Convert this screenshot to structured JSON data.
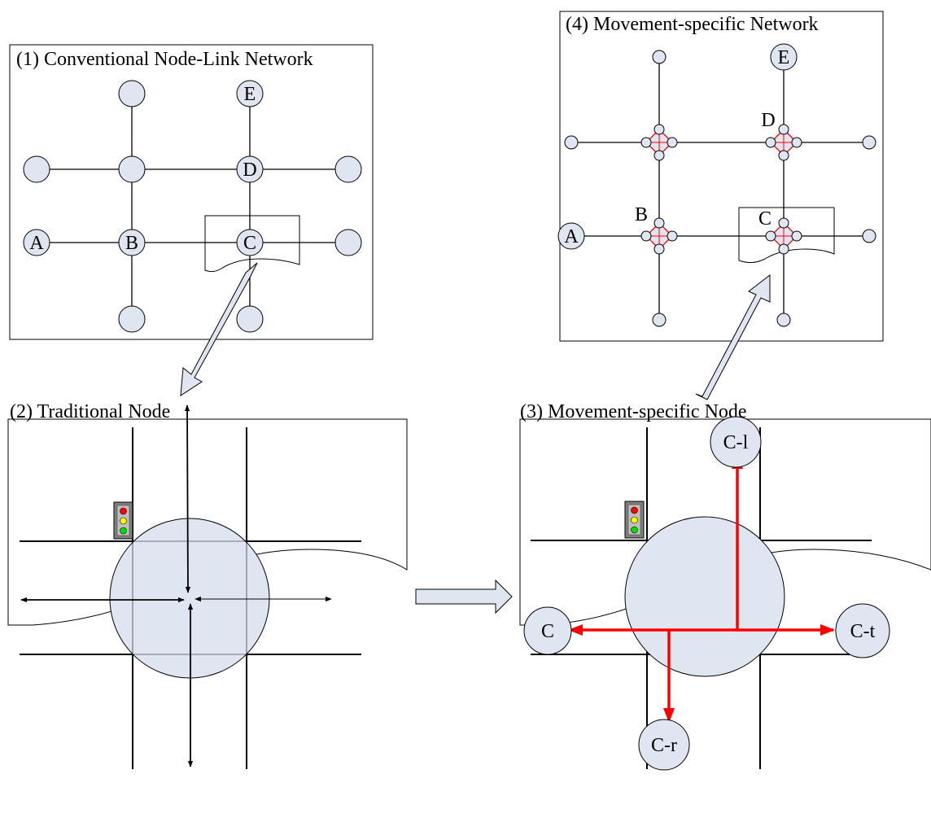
{
  "panels": {
    "p1": {
      "title": "(1) Conventional Node-Link Network"
    },
    "p2": {
      "title": "(2)  Traditional Node"
    },
    "p3": {
      "title": "(3) Movement-specific Node"
    },
    "p4": {
      "title": "(4) Movement-specific Network"
    }
  },
  "labels": {
    "A": "A",
    "B": "B",
    "C": "C",
    "D": "D",
    "E": "E",
    "C_l": "C-l",
    "C_t": "C-t",
    "C_r": "C-r"
  },
  "colors": {
    "node_fill": "#dfe6f2",
    "movement_red": "#ff0000",
    "line": "#000000"
  }
}
